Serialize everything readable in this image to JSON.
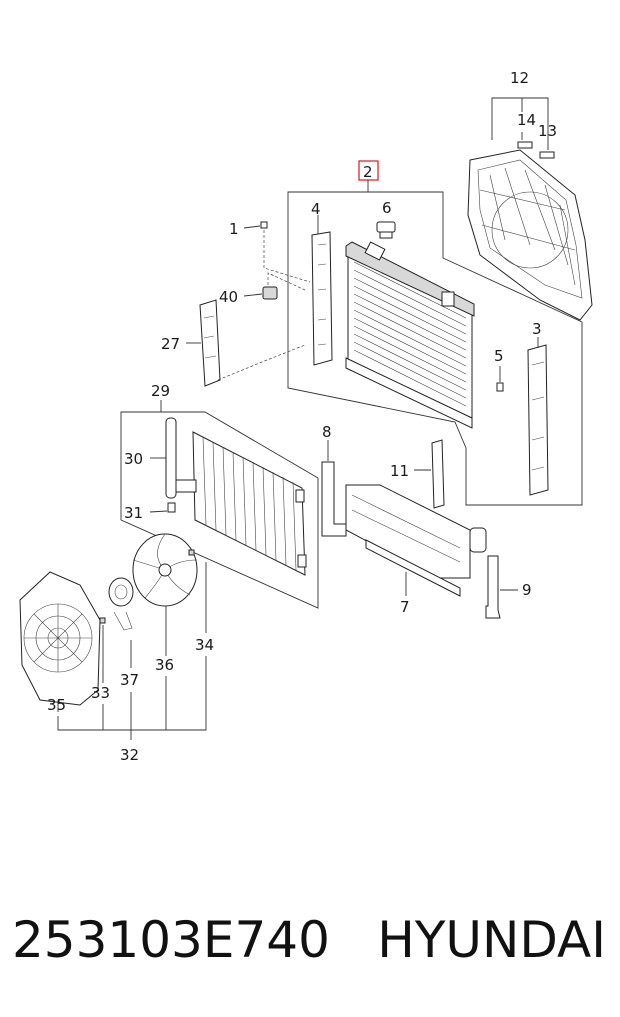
{
  "callouts": {
    "c1": "1",
    "c2": "2",
    "c3": "3",
    "c4": "4",
    "c5": "5",
    "c6": "6",
    "c7": "7",
    "c8": "8",
    "c9": "9",
    "c11": "11",
    "c12": "12",
    "c13": "13",
    "c14": "14",
    "c27": "27",
    "c29": "29",
    "c30": "30",
    "c31": "31",
    "c32": "32",
    "c33": "33",
    "c34": "34",
    "c35": "35",
    "c36": "36",
    "c37": "37",
    "c40": "40"
  },
  "highlight_color": "#e0141e",
  "footer": {
    "part_number": "253103E740",
    "brand": "HYUNDAI"
  }
}
